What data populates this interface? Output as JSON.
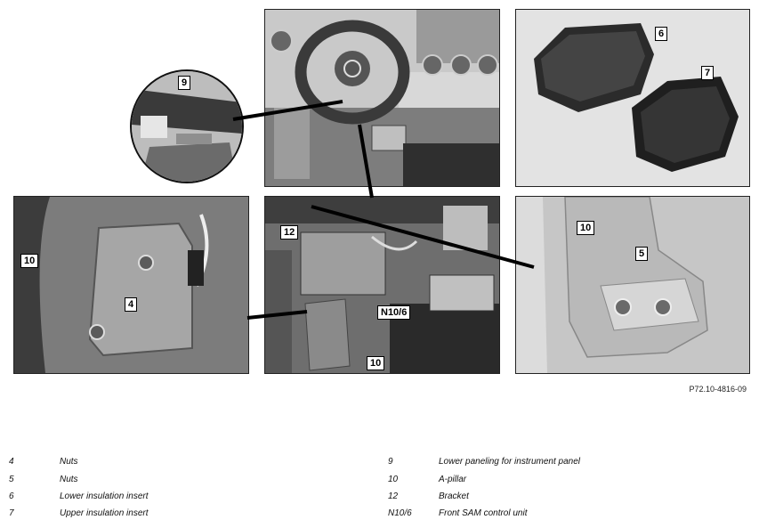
{
  "callouts": {
    "c9": "9",
    "c6": "6",
    "c7": "7",
    "c10_left": "10",
    "c4": "4",
    "c12": "12",
    "c_n10_6": "N10/6",
    "c10_center": "10",
    "c10_right": "10",
    "c5": "5"
  },
  "reference_code": "P72.10-4816-09",
  "legend": {
    "left": [
      {
        "num": "4",
        "text": "Nuts"
      },
      {
        "num": "5",
        "text": "Nuts"
      },
      {
        "num": "6",
        "text": "Lower insulation insert"
      },
      {
        "num": "7",
        "text": "Upper insulation insert"
      }
    ],
    "right": [
      {
        "num": "9",
        "text": "Lower paneling for instrument panel"
      },
      {
        "num": "10",
        "text": "A-pillar"
      },
      {
        "num": "12",
        "text": "Bracket"
      },
      {
        "num": "N10/6",
        "text": "Front SAM control unit"
      }
    ]
  }
}
